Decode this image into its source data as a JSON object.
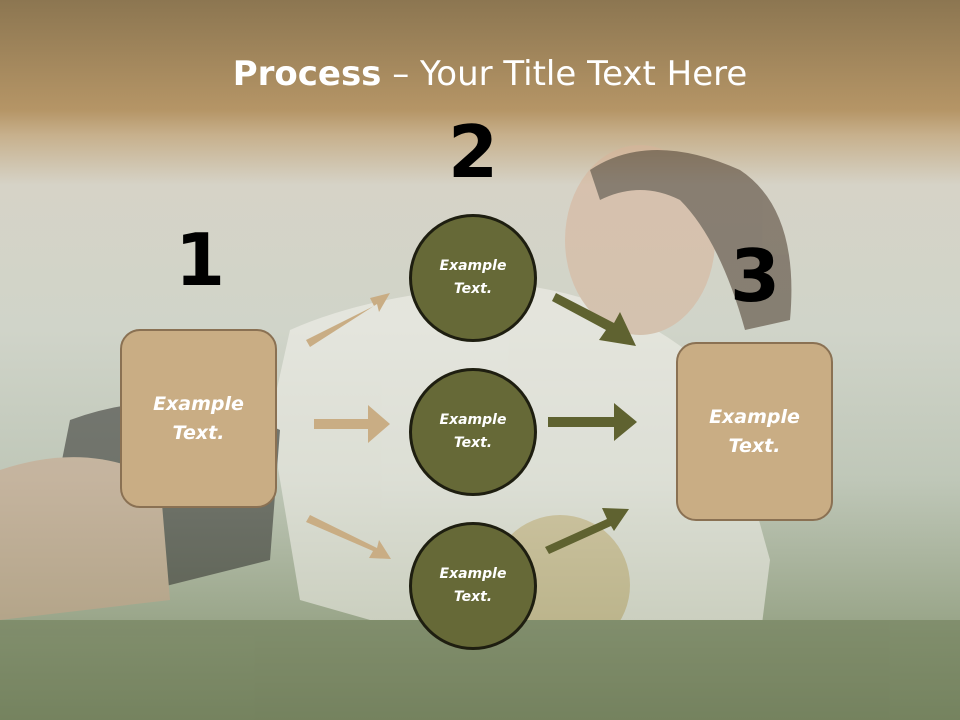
{
  "title": {
    "bold": "Process",
    "rest": " – Your Title Text Here"
  },
  "numbers": {
    "n1": "1",
    "n2": "2",
    "n3": "3"
  },
  "left_box": {
    "line1": "Example",
    "line2": "Text."
  },
  "right_box": {
    "line1": "Example",
    "line2": "Text."
  },
  "circles": [
    {
      "line1": "Example",
      "line2": "Text."
    },
    {
      "line1": "Example",
      "line2": "Text."
    },
    {
      "line1": "Example",
      "line2": "Text."
    }
  ],
  "colors": {
    "box_fill": "#c9ad84",
    "box_border": "#8a7153",
    "circle_fill": "#666937",
    "arrow_left": "#c9ad84",
    "arrow_right": "#5f6230",
    "number_text": "#000000"
  }
}
